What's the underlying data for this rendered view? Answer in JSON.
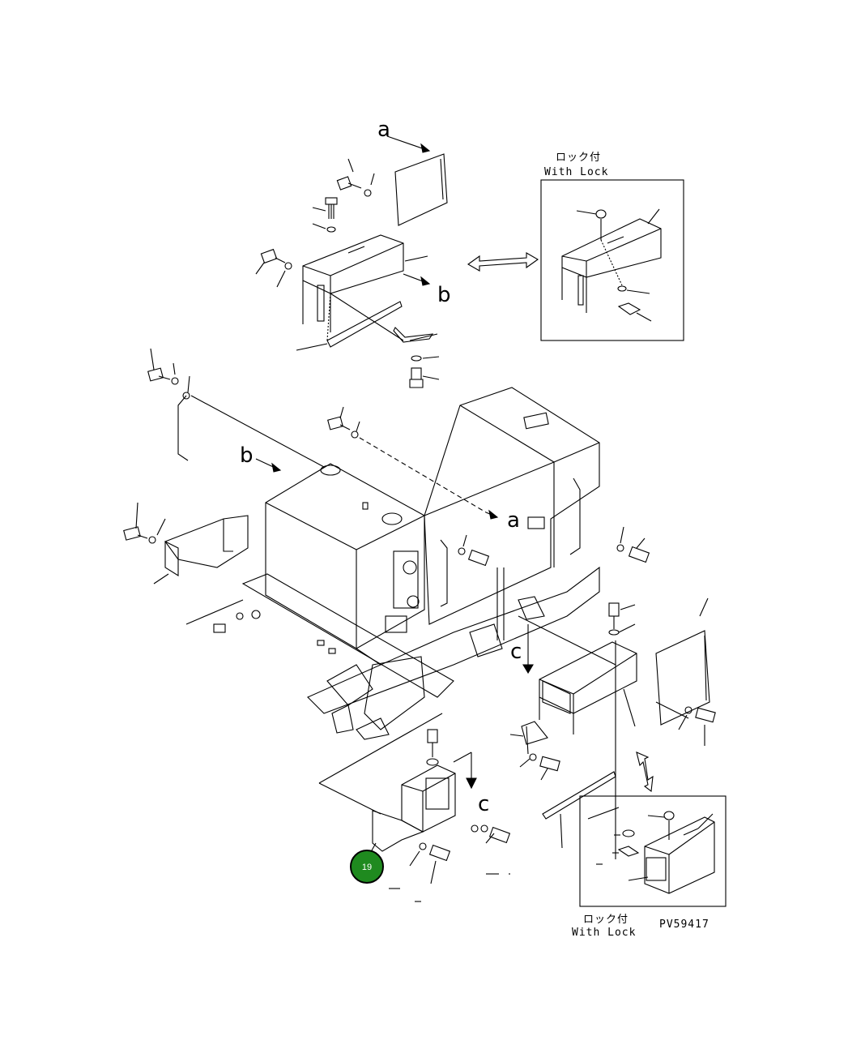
{
  "callouts": {
    "a_top": "a",
    "a_mid": "a",
    "b_top": "b",
    "b_mid": "b",
    "c_right": "c",
    "c_bottom": "c"
  },
  "lock_box_top": {
    "label_jp": "ロック付",
    "label_en": "With Lock"
  },
  "lock_box_bottom": {
    "label_jp": "ロック付",
    "label_en": "With Lock"
  },
  "drawing_code": "PV59417",
  "part_badge": {
    "number": "19",
    "color": "#1f8a1f"
  },
  "colors": {
    "line": "#000000",
    "background": "#ffffff"
  }
}
